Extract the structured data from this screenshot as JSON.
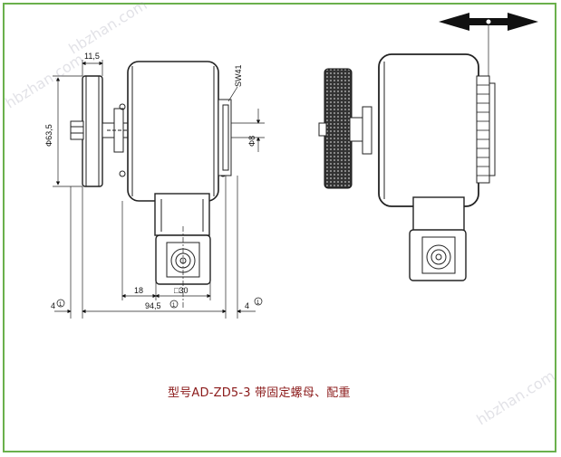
{
  "caption": "型号AD-ZD5-3 带固定螺母、配重",
  "watermark": "hbzhan.com",
  "dimensions": {
    "top_width": "11,5",
    "diameter": "Φ63,5",
    "wrench": "SW41",
    "shaft": "Φ8",
    "d18": "18",
    "square": "□30",
    "total": "94,5",
    "left_4": "4",
    "right_4": "4",
    "circled_1": "1"
  },
  "colors": {
    "border": "#6ab04c",
    "caption": "#8b1a1a",
    "line": "#222222"
  }
}
